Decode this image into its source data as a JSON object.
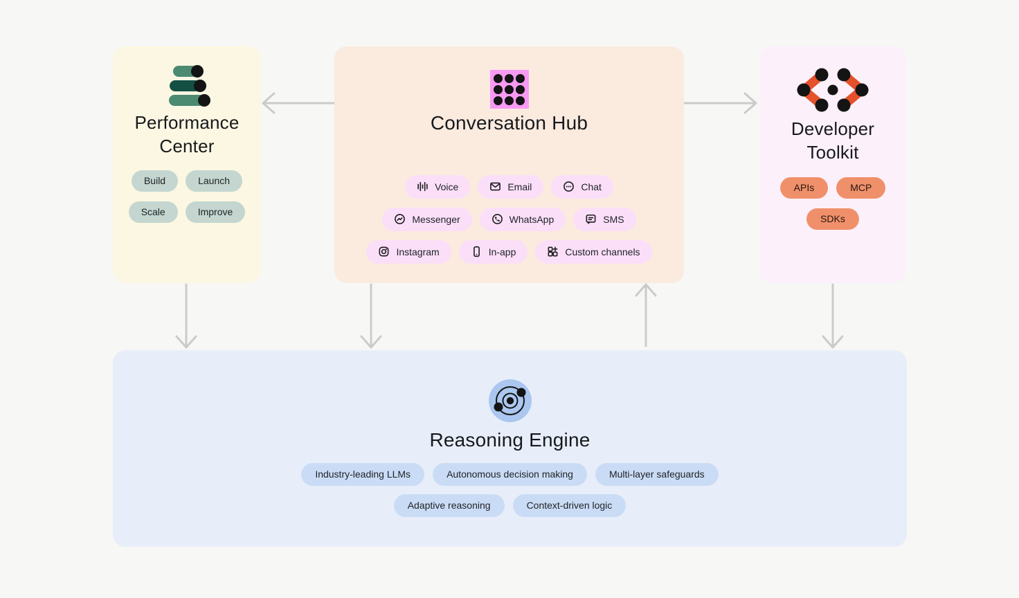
{
  "cards": {
    "performance": {
      "title": "Performance Center",
      "pills": [
        "Build",
        "Launch",
        "Scale",
        "Improve"
      ]
    },
    "hub": {
      "title": "Conversation Hub",
      "channels": [
        {
          "icon": "voice-icon",
          "label": "Voice"
        },
        {
          "icon": "email-icon",
          "label": "Email"
        },
        {
          "icon": "chat-icon",
          "label": "Chat"
        },
        {
          "icon": "messenger-icon",
          "label": "Messenger"
        },
        {
          "icon": "whatsapp-icon",
          "label": "WhatsApp"
        },
        {
          "icon": "sms-icon",
          "label": "SMS"
        },
        {
          "icon": "instagram-icon",
          "label": "Instagram"
        },
        {
          "icon": "inapp-icon",
          "label": "In-app"
        },
        {
          "icon": "custom-channels-icon",
          "label": "Custom channels"
        }
      ]
    },
    "developer": {
      "title": "Developer Toolkit",
      "pills": [
        "APIs",
        "MCP",
        "SDKs"
      ]
    },
    "reasoning": {
      "title": "Reasoning Engine",
      "pills": [
        "Industry-leading LLMs",
        "Autonomous decision making",
        "Multi-layer safeguards",
        "Adaptive reasoning",
        "Context-driven logic"
      ]
    }
  },
  "colors": {
    "page_bg": "#f7f7f6",
    "arrow": "#cbcbcb",
    "ink": "#17191d",
    "performance_card_bg": "#fbf7e2",
    "performance_pill_bg": "#c4d6cf",
    "performance_bar_green": "#4c8a72",
    "performance_bar_dark_green": "#134f43",
    "hub_card_bg": "#fbeade",
    "hub_pill_bg": "#fbdff9",
    "hub_icon_bg": "#f79af2",
    "developer_card_bg": "#fcf0fb",
    "developer_pill_bg": "#f0906a",
    "developer_icon_orange": "#e4512b",
    "reasoning_card_bg": "#e7eef9",
    "reasoning_pill_bg": "#cadcf5",
    "reasoning_icon_bg": "#abc7f0",
    "icon_dot_black": "#141414"
  }
}
